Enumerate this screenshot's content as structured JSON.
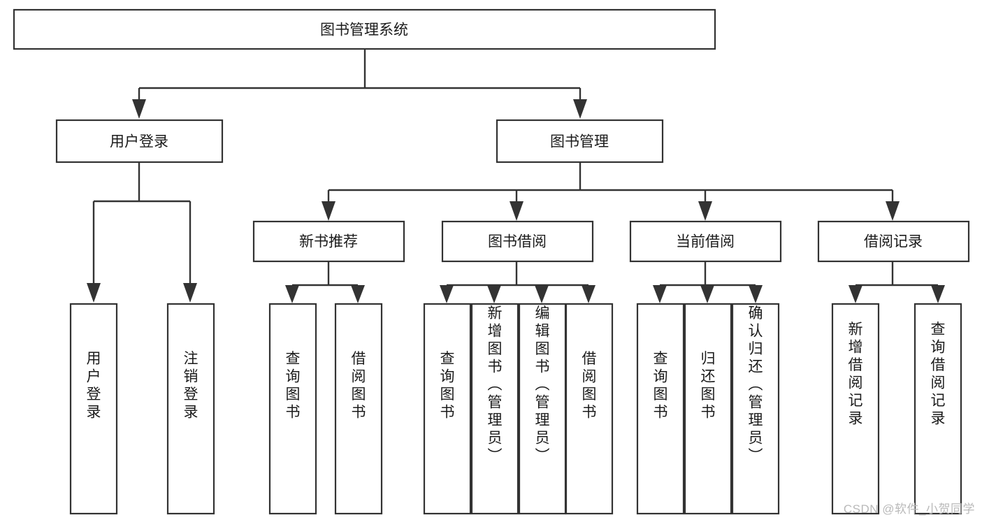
{
  "diagram": {
    "type": "hierarchy-tree",
    "title": "图书管理系统",
    "orientation": "top-down",
    "watermark": "CSDN @软件_小贺同学",
    "colors": {
      "box_fill": "#ffffff",
      "box_stroke": "#333333",
      "text": "#1b1b1b",
      "watermark": "#b9b9b9",
      "background": "#ffffff"
    },
    "nodes": {
      "root": {
        "label": "图书管理系统",
        "level": 1
      },
      "l2": [
        {
          "id": "user-login",
          "label": "用户登录",
          "level": 2
        },
        {
          "id": "book-management",
          "label": "图书管理",
          "level": 2
        }
      ],
      "l3": [
        {
          "id": "new-book-recommend",
          "label": "新书推荐",
          "level": 3,
          "parent": "book-management"
        },
        {
          "id": "book-borrow",
          "label": "图书借阅",
          "level": 3,
          "parent": "book-management"
        },
        {
          "id": "current-borrow",
          "label": "当前借阅",
          "level": 3,
          "parent": "book-management"
        },
        {
          "id": "borrow-record",
          "label": "借阅记录",
          "level": 3,
          "parent": "book-management"
        }
      ],
      "leaves": [
        {
          "id": "leaf-user-login",
          "label": "用户登录",
          "parent": "user-login"
        },
        {
          "id": "leaf-logout-login",
          "label": "注销登录",
          "parent": "user-login"
        },
        {
          "id": "leaf-query-book-1",
          "label": "查询图书",
          "parent": "new-book-recommend"
        },
        {
          "id": "leaf-borrow-book-1",
          "label": "借阅图书",
          "parent": "new-book-recommend"
        },
        {
          "id": "leaf-query-book-2",
          "label": "查询图书",
          "parent": "book-borrow"
        },
        {
          "id": "leaf-add-book",
          "label": "新增图书（管理员）",
          "parent": "book-borrow"
        },
        {
          "id": "leaf-edit-book",
          "label": "编辑图书（管理员）",
          "parent": "book-borrow"
        },
        {
          "id": "leaf-borrow-book-2",
          "label": "借阅图书",
          "parent": "book-borrow"
        },
        {
          "id": "leaf-query-book-3",
          "label": "查询图书",
          "parent": "current-borrow"
        },
        {
          "id": "leaf-return-book",
          "label": "归还图书",
          "parent": "current-borrow"
        },
        {
          "id": "leaf-confirm-return",
          "label": "确认归还（管理员）",
          "parent": "current-borrow"
        },
        {
          "id": "leaf-add-record",
          "label": "新增借阅记录",
          "parent": "borrow-record"
        },
        {
          "id": "leaf-query-record",
          "label": "查询借阅记录",
          "parent": "borrow-record"
        }
      ]
    }
  }
}
